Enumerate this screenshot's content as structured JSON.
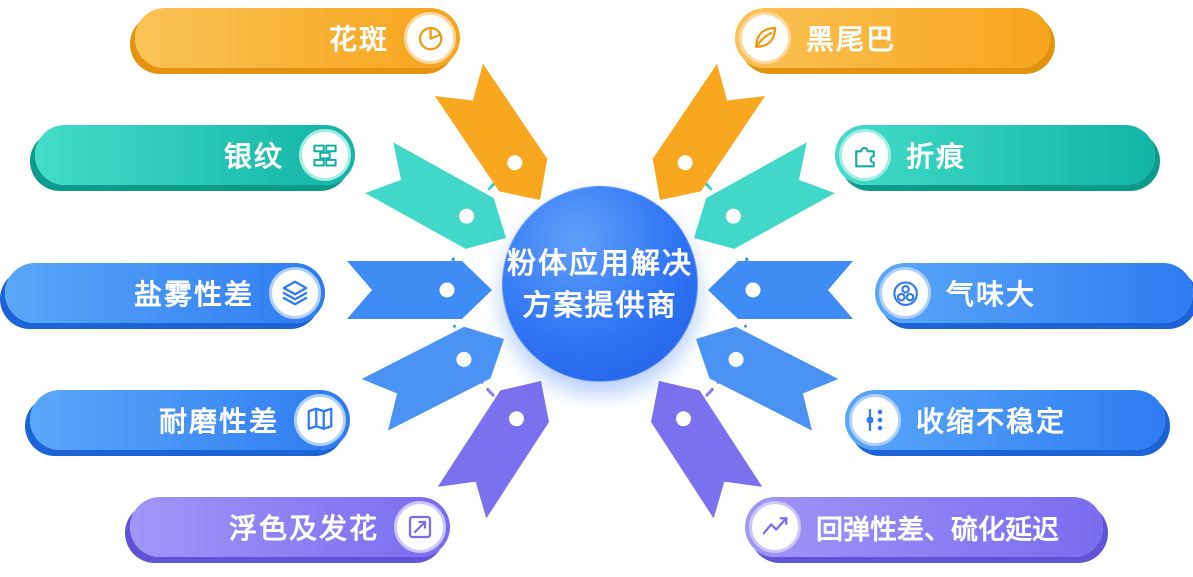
{
  "center": {
    "line1": "粉体应用解决",
    "line2": "方案提供商"
  },
  "pills": [
    {
      "label": "花斑",
      "icon": "pie-chart-icon",
      "color": "#f6a41c"
    },
    {
      "label": "黑尾巴",
      "icon": "leaf-icon",
      "color": "#f6a41c"
    },
    {
      "label": "银纹",
      "icon": "bricks-icon",
      "color": "#12b4a6"
    },
    {
      "label": "折痕",
      "icon": "puzzle-icon",
      "color": "#12b4a6"
    },
    {
      "label": "盐雾性差",
      "icon": "layers-icon",
      "color": "#2e7bf2"
    },
    {
      "label": "气味大",
      "icon": "bubbles-icon",
      "color": "#2e7bf2"
    },
    {
      "label": "耐磨性差",
      "icon": "map-icon",
      "color": "#2e7bf2"
    },
    {
      "label": "收缩不稳定",
      "icon": "slider-icon",
      "color": "#2e7bf2"
    },
    {
      "label": "浮色及发花",
      "icon": "trend-arrow-icon",
      "color": "#7a6cf0"
    },
    {
      "label": "回弹性差、硫化延迟",
      "icon": "line-chart-icon",
      "color": "#7a6cf0"
    }
  ],
  "colors": {
    "orange": "#f6a41c",
    "teal": "#12b4a6",
    "blue": "#2e7bf2",
    "purple": "#7a6cf0",
    "center_blue": "#2f74f3"
  }
}
